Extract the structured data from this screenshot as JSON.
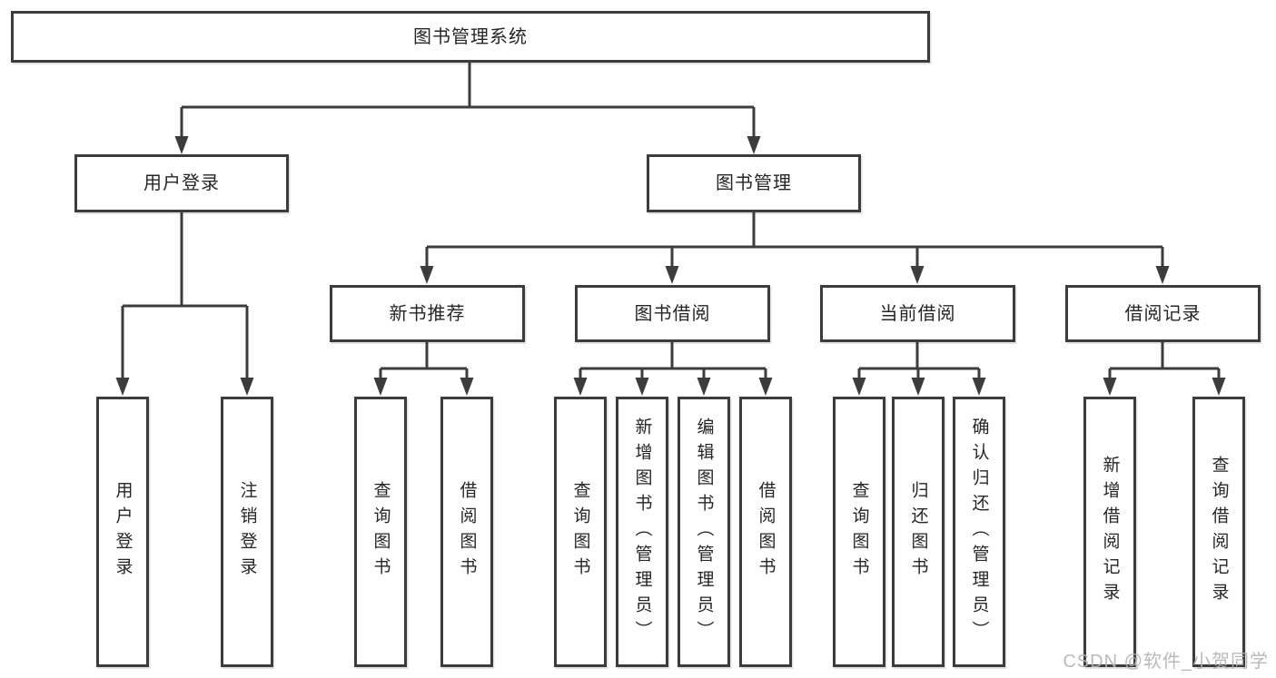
{
  "tree": {
    "root": {
      "label": "图书管理系统"
    },
    "branches": [
      {
        "label": "用户登录",
        "children": [
          {
            "label": "用户登录"
          },
          {
            "label": "注销登录"
          }
        ]
      },
      {
        "label": "图书管理",
        "groups": [
          {
            "label": "新书推荐",
            "children": [
              {
                "label": "查询图书"
              },
              {
                "label": "借阅图书"
              }
            ]
          },
          {
            "label": "图书借阅",
            "children": [
              {
                "label": "查询图书"
              },
              {
                "label": "新增图书（管理员）"
              },
              {
                "label": "编辑图书（管理员）"
              },
              {
                "label": "借阅图书"
              }
            ]
          },
          {
            "label": "当前借阅",
            "children": [
              {
                "label": "查询图书"
              },
              {
                "label": "归还图书"
              },
              {
                "label": "确认归还（管理员）"
              }
            ]
          },
          {
            "label": "借阅记录",
            "children": [
              {
                "label": "新增借阅记录"
              },
              {
                "label": "查询借阅记录"
              }
            ]
          }
        ]
      }
    ]
  },
  "watermark": "CSDN @软件_小贺同学",
  "colors": {
    "line": "#3c3c3c",
    "ink": "#262626",
    "box_bg": "#ffffff",
    "page_bg": "#ffffff",
    "watermark": "#b3b3b3"
  }
}
